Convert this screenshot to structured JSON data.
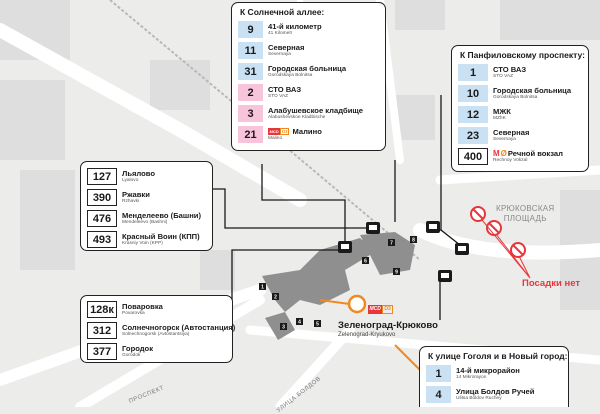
{
  "colors": {
    "accent": "#f08a1e",
    "tram": "#e8363b",
    "route_blue": "#c9e1f3",
    "route_pink": "#f7c4dc"
  },
  "mcd_badge": {
    "label": "MCD",
    "line": "D3"
  },
  "station": {
    "name_ru": "Зеленоград-Крюково",
    "name_en": "Zelenograd-Kryukovo"
  },
  "square_label": [
    "КРЮКОВСКАЯ",
    "ПЛОЩАДЬ"
  ],
  "no_boarding": "Посадки нет",
  "streets": {
    "prospekt": "ПРОСПЕКТ",
    "ulitsa": "УЛИЦА БОЛДОВ"
  },
  "stop_labels": [
    "1",
    "2",
    "3",
    "4",
    "5",
    "6",
    "7",
    "8",
    "9"
  ],
  "boxes": {
    "solnechnaya": {
      "title": "К Солнечной аллее:",
      "routes": [
        {
          "num": "9",
          "ru": "41-й километр",
          "en": "41 Kilometr",
          "color": "blue"
        },
        {
          "num": "11",
          "ru": "Северная",
          "en": "Severnaya",
          "color": "blue"
        },
        {
          "num": "31",
          "ru": "Городская больница",
          "en": "Gorodskaya Bolnitsa",
          "color": "blue"
        },
        {
          "num": "2",
          "ru": "СТО ВАЗ",
          "en": "STO VAZ",
          "color": "pink"
        },
        {
          "num": "3",
          "ru": "Алабушевское кладбище",
          "en": "Alabushevskoe Kladbische",
          "color": "pink"
        },
        {
          "num": "21",
          "ru": "Малино",
          "en": "Malino",
          "color": "pink",
          "mcd": true
        }
      ]
    },
    "panfilovsky": {
      "title": "К Панфиловскому проспекту:",
      "routes": [
        {
          "num": "1",
          "ru": "СТО ВАЗ",
          "en": "STO VAZ",
          "color": "blue"
        },
        {
          "num": "10",
          "ru": "Городская больница",
          "en": "Gorodskaya Bolnitsa",
          "color": "blue"
        },
        {
          "num": "12",
          "ru": "МЖК",
          "en": "MZhK",
          "color": "blue"
        },
        {
          "num": "23",
          "ru": "Северная",
          "en": "Severnaya",
          "color": "blue"
        },
        {
          "num": "400",
          "ru": "Речной вокзал",
          "en": "Rechnoy Vokzal",
          "color": "out",
          "metro": true
        }
      ]
    },
    "lyalovo": {
      "routes": [
        {
          "num": "127",
          "ru": "Льялово",
          "en": "Lyalovo",
          "color": "out"
        },
        {
          "num": "390",
          "ru": "Ржавки",
          "en": "Rzhavki",
          "color": "out"
        },
        {
          "num": "476",
          "ru": "Менделеево (Башни)",
          "en": "Mendeleevo (Bashni)",
          "color": "out"
        },
        {
          "num": "493",
          "ru": "Красный Воин (КПП)",
          "en": "Krasniy Voin (KPP)",
          "color": "out"
        }
      ]
    },
    "povarovka": {
      "routes": [
        {
          "num": "128к",
          "ru": "Поваровка",
          "en": "Povarovka",
          "color": "out"
        },
        {
          "num": "312",
          "ru": "Солнечногорск (Автостанция)",
          "en": "Solnechnogorsk (Avtostantsiya)",
          "color": "out"
        },
        {
          "num": "377",
          "ru": "Городок",
          "en": "Gorodok",
          "color": "out"
        }
      ]
    },
    "gogolya": {
      "title": "К улице Гоголя и в Новый город:",
      "routes": [
        {
          "num": "1",
          "ru": "14-й микрорайон",
          "en": "14 Mikrorayon",
          "color": "blue"
        },
        {
          "num": "4",
          "ru": "Улица Болдов Ручей",
          "en": "Ulitsa Boldov Ruchey",
          "color": "blue"
        }
      ]
    }
  }
}
